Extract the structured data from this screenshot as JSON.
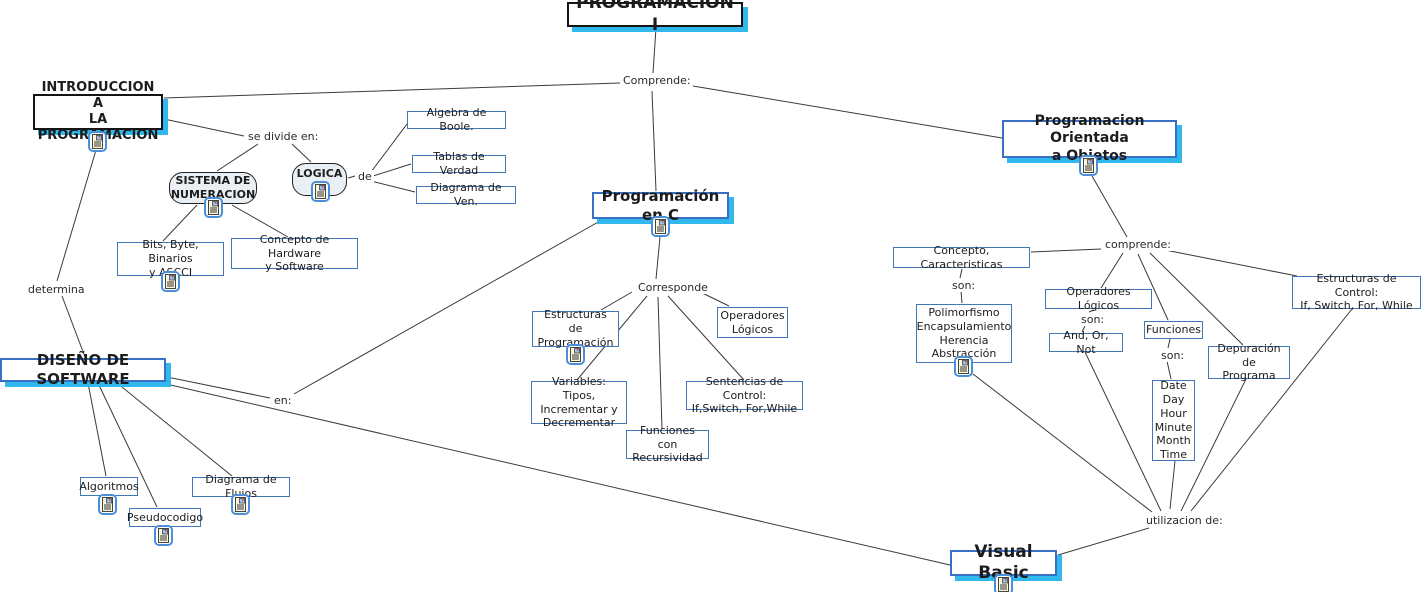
{
  "colors": {
    "shadow_cyan": "#31b8ec",
    "node_border_blue": "#4276b5",
    "main_border_blue": "#3a70c4",
    "rounded_fill": "#eaeff4",
    "line": "#3a3a3a"
  },
  "nodes": {
    "title": {
      "label": "PROGRAMACION I"
    },
    "intro": {
      "label": "INTRODUCCION A\nLA PROGRAMACION"
    },
    "sistema": {
      "label": "SISTEMA DE\nNUMERACION"
    },
    "logica": {
      "label": "LOGICA"
    },
    "algebra": {
      "label": "Algebra de Boole."
    },
    "tablas": {
      "label": "Tablas de Verdad"
    },
    "diagrama_ven": {
      "label": "Diagrama de Ven."
    },
    "bits": {
      "label": "Bits, Byte, Binarios\ny ASCCI"
    },
    "concepto_hw": {
      "label": "Concepto de Hardware\ny Software"
    },
    "prog_c": {
      "label": "Programación en C"
    },
    "poo": {
      "label": "Programacion Orientada\na Objetos"
    },
    "estructuras_prog": {
      "label": "Estructuras de\nProgramación"
    },
    "operadores_c": {
      "label": "Operadores\nLógicos"
    },
    "variables": {
      "label": "Variables: Tipos,\nIncrementar y\nDecrementar"
    },
    "sentencias": {
      "label": "Sentencias de Control:\nIf,Switch, For,While"
    },
    "func_recur": {
      "label": "Funciones con\nRecursividad"
    },
    "concepto_car": {
      "label": "Concepto, Caracteristicas"
    },
    "polimorfismo": {
      "label": "Polimorfismo\nEncapsulamiento\nHerencia\nAbstracción"
    },
    "operadores_poo": {
      "label": "Operadores Lógicos"
    },
    "and_or_not": {
      "label": "And, Or, Not"
    },
    "funciones": {
      "label": "Funciones"
    },
    "date": {
      "label": "Date\nDay\nHour\nMinute\nMonth\nTime"
    },
    "depuracion": {
      "label": "Depuración de\nPrograma"
    },
    "estructuras_ctrl": {
      "label": "Estructuras de Control:\nIf, Switch, For, While"
    },
    "diseno": {
      "label": "DISEÑO DE SOFTWARE"
    },
    "algoritmos": {
      "label": "Algoritmos"
    },
    "pseudocodigo": {
      "label": "Pseudocodigo"
    },
    "diag_flujos": {
      "label": "Diagrama de Flujos"
    },
    "visual_basic": {
      "label": "Visual Basic"
    }
  },
  "link_labels": {
    "comprende_main": "Comprende:",
    "se_divide": "se divide en:",
    "de": "de",
    "determina": "determina",
    "en": "en:",
    "corresponde": "Corresponde",
    "comprende_poo": "comprende:",
    "son_1": "son:",
    "son_2": "son:",
    "son_3": "son:",
    "utilizacion": "utilizacion de:"
  },
  "icons": {
    "resource": "document-resource-icon"
  },
  "edges": [
    "PROGRAMACION I -(Comprende:)-> INTRODUCCION A LA PROGRAMACION",
    "PROGRAMACION I -(Comprende:)-> Programación en C",
    "PROGRAMACION I -(Comprende:)-> Programacion Orientada a Objetos",
    "INTRODUCCION A LA PROGRAMACION -(se divide en:)-> SISTEMA DE NUMERACION",
    "INTRODUCCION A LA PROGRAMACION -(se divide en:)-> LOGICA",
    "LOGICA -(de)-> Algebra de Boole.",
    "LOGICA -(de)-> Tablas de Verdad",
    "LOGICA -(de)-> Diagrama de Ven.",
    "SISTEMA DE NUMERACION -> Bits, Byte, Binarios y ASCCI",
    "SISTEMA DE NUMERACION -> Concepto de Hardware y Software",
    "INTRODUCCION A LA PROGRAMACION -(determina)-> DISEÑO DE SOFTWARE",
    "DISEÑO DE SOFTWARE -> Algoritmos",
    "DISEÑO DE SOFTWARE -> Pseudocodigo",
    "DISEÑO DE SOFTWARE -> Diagrama de Flujos",
    "DISEÑO DE SOFTWARE -(en:)-> Programación en C",
    "DISEÑO DE SOFTWARE -> Visual Basic",
    "Programación en C -(Corresponde)-> Estructuras de Programación",
    "Programación en C -(Corresponde)-> Variables: Tipos, Incrementar y Decrementar",
    "Programación en C -(Corresponde)-> Funciones con Recursividad",
    "Programación en C -(Corresponde)-> Sentencias de Control: If,Switch, For,While",
    "Programación en C -(Corresponde)-> Operadores Lógicos",
    "Programacion Orientada a Objetos -(comprende:)-> Concepto, Caracteristicas",
    "Programacion Orientada a Objetos -(comprende:)-> Operadores Lógicos",
    "Programacion Orientada a Objetos -(comprende:)-> Funciones",
    "Programacion Orientada a Objetos -(comprende:)-> Depuración de Programa",
    "Programacion Orientada a Objetos -(comprende:)-> Estructuras de Control: If, Switch, For, While",
    "Concepto, Caracteristicas -(son:)-> Polimorfismo Encapsulamiento Herencia Abstracción",
    "Operadores Lógicos -(son:)-> And, Or, Not",
    "Funciones -(son:)-> Date Day Hour Minute Month Time",
    "Polimorfismo... / And,Or,Not / Date / Depuración / Estructuras de Control -(utilizacion de:)-> Visual Basic"
  ]
}
